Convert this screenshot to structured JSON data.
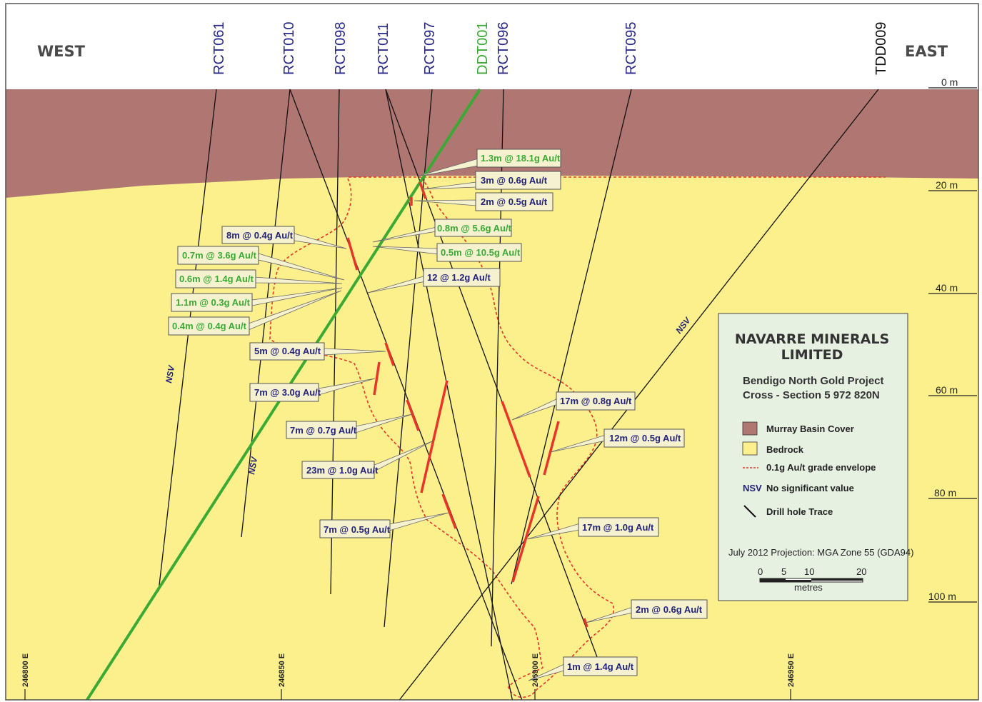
{
  "directions": {
    "west": "WEST",
    "east": "EAST"
  },
  "drill_holes": [
    {
      "name": "RCT061",
      "color": "#2a2a8a"
    },
    {
      "name": "RCT010",
      "color": "#2a2a8a"
    },
    {
      "name": "RCT098",
      "color": "#2a2a8a"
    },
    {
      "name": "RCT011",
      "color": "#2a2a8a"
    },
    {
      "name": "RCT097",
      "color": "#2a2a8a"
    },
    {
      "name": "DDT001",
      "color": "#3aaa35"
    },
    {
      "name": "RCT096",
      "color": "#2a2a8a"
    },
    {
      "name": "RCT095",
      "color": "#2a2a8a"
    },
    {
      "name": "TDD009",
      "color": "#111111"
    }
  ],
  "depth_marks": [
    "0 m",
    "20 m",
    "40 m",
    "60 m",
    "80 m",
    "100 m"
  ],
  "eastings": [
    "246800 E",
    "246850 E",
    "246900 E",
    "246950 E"
  ],
  "nsv_label": "NSV",
  "intercepts": [
    {
      "text": "1.3m @ 18.1g Au/t",
      "color": "#3aaa35"
    },
    {
      "text": "3m @ 0.6g Au/t",
      "color": "#22227a"
    },
    {
      "text": "2m @ 0.5g Au/t",
      "color": "#22227a"
    },
    {
      "text": "0.8m @ 5.6g Au/t",
      "color": "#3aaa35"
    },
    {
      "text": "0.5m @ 10.5g Au/t",
      "color": "#3aaa35"
    },
    {
      "text": "12 @ 1.2g Au/t",
      "color": "#22227a"
    },
    {
      "text": "8m @ 0.4g Au/t",
      "color": "#22227a"
    },
    {
      "text": "0.7m @ 3.6g Au/t",
      "color": "#3aaa35"
    },
    {
      "text": "0.6m @ 1.4g Au/t",
      "color": "#3aaa35"
    },
    {
      "text": "1.1m @ 0.3g Au/t",
      "color": "#3aaa35"
    },
    {
      "text": "0.4m @ 0.4g Au/t",
      "color": "#3aaa35"
    },
    {
      "text": "5m @ 0.4g Au/t",
      "color": "#22227a"
    },
    {
      "text": "7m @ 3.0g Au/t",
      "color": "#22227a"
    },
    {
      "text": "7m @ 0.7g Au/t",
      "color": "#22227a"
    },
    {
      "text": "23m @ 1.0g Au/t",
      "color": "#22227a"
    },
    {
      "text": "7m @ 0.5g Au/t",
      "color": "#22227a"
    },
    {
      "text": "17m @ 0.8g Au/t",
      "color": "#22227a"
    },
    {
      "text": "12m @ 0.5g Au/t",
      "color": "#22227a"
    },
    {
      "text": "17m @ 1.0g Au/t",
      "color": "#22227a"
    },
    {
      "text": "2m @ 0.6g Au/t",
      "color": "#22227a"
    },
    {
      "text": "1m @ 1.4g Au/t",
      "color": "#22227a"
    }
  ],
  "legend": {
    "title_line1": "NAVARRE MINERALS",
    "title_line2": "LIMITED",
    "project": "Bendigo North Gold Project",
    "section": "Cross - Section 5 972 820N",
    "items": {
      "cover": "Murray Basin Cover",
      "bedrock": "Bedrock",
      "envelope": "0.1g Au/t grade envelope",
      "nsv_symbol": "NSV",
      "nsv": "No significant value",
      "trace": "Drill hole Trace"
    },
    "footer": "July 2012   Projection: MGA Zone 55 (GDA94)",
    "scale_ticks": [
      "0",
      "5",
      "10",
      "20"
    ],
    "scale_unit": "metres"
  },
  "colors": {
    "cover": "#b07672",
    "bedrock": "#fcf08c",
    "envelope": "#e8342b",
    "intercept_mark": "#e8342b",
    "legend_bg": "#e7f1e2",
    "ddt_trace": "#3aaa35"
  }
}
